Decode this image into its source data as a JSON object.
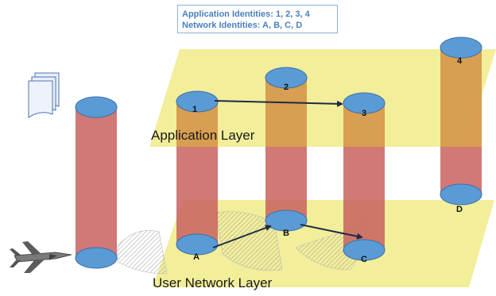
{
  "legend": {
    "application_identities": "Application Identities: 1, 2, 3, 4",
    "network_identities": "Network Identities: A, B, C, D"
  },
  "layers": {
    "application": "Application Layer",
    "network": "User Network Layer"
  },
  "nodes": {
    "app": [
      "1",
      "2",
      "3",
      "4"
    ],
    "net": [
      "A",
      "B",
      "C",
      "D"
    ]
  },
  "colors": {
    "plane": "#f2ee9a",
    "cylinder_red": "#c8625f",
    "cylinder_orange": "#d9a24f",
    "cap_blue": "#5b9bd5",
    "cap_stroke": "#3c6fa6",
    "arrow": "#1f2a44",
    "legend_text": "#4a7fbf"
  },
  "icons": [
    "document-stack-icon",
    "drone-icon"
  ]
}
